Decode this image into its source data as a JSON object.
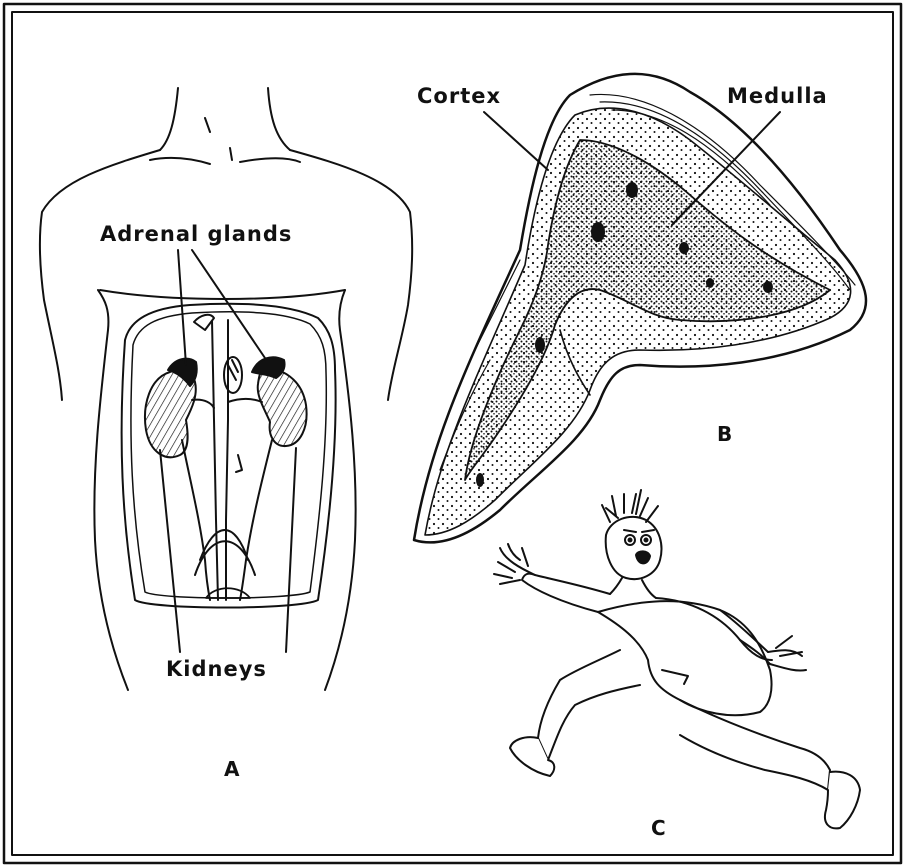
{
  "labels": {
    "adrenal_glands": "Adrenal glands",
    "kidneys": "Kidneys",
    "cortex": "Cortex",
    "medulla": "Medulla"
  },
  "panels": {
    "a": "A",
    "b": "B",
    "c": "C"
  },
  "colors": {
    "ink": "#111111",
    "paper": "#ffffff"
  }
}
